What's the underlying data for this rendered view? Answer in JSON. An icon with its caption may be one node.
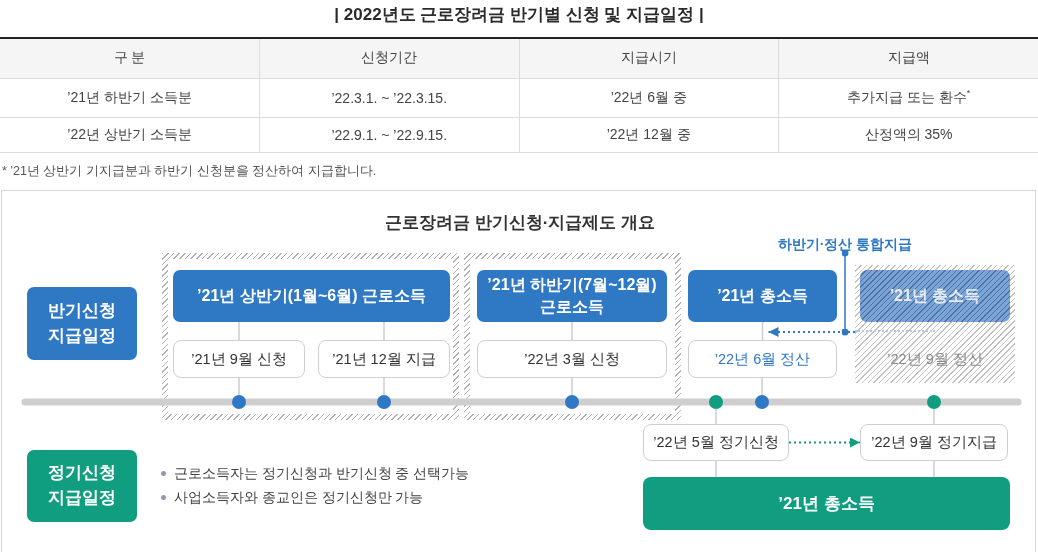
{
  "diagram": {
    "title": "| 2022년도 근로장려금 반기별 신청 및 지급일정 |",
    "nodes": [
      {
        "text": [
          "반기신청 지급일정"
        ]
      },
      {
        "text": [],
        "shape": "box"
      },
      {
        "text": [
          "’21년 상반기(1월~6월) 근로소득"
        ],
        "in": 1
      },
      {
        "text": [
          "’21년 9월 신청"
        ],
        "in": 1
      },
      {
        "text": [
          "’21년 12월 지급"
        ],
        "in": 1
      },
      {
        "text": [],
        "shape": "circle",
        "in": 1
      },
      {
        "text": [],
        "shape": "circle",
        "in": 1
      },
      {
        "text": [],
        "shape": "box"
      },
      {
        "text": [
          "’21년 하반기(7월~12월) 근로소득"
        ],
        "in": 7
      },
      {
        "text": [
          "’22년 3월 신청"
        ],
        "in": 7
      },
      {
        "text": [],
        "shape": "circle",
        "in": 7
      },
      {
        "text": [
          "하반기·정산 통합지급"
        ]
      },
      {
        "text": [
          "’21년 총소득"
        ]
      },
      {
        "text": [
          "’22년 6월 정산"
        ]
      },
      {
        "text": [],
        "shape": "circle"
      },
      {
        "text": [],
        "shape": "circle"
      },
      {
        "text": [],
        "shape": "box"
      },
      {
        "text": [
          "’21년 총소득"
        ],
        "in": 16
      },
      {
        "text": [
          "’22년 9월 정산"
        ],
        "in": 16
      },
      {
        "text": [],
        "shape": "circle"
      },
      {
        "text": [
          "정기신청 지급일정"
        ]
      },
      {
        "text": [
          "’22년 5월 정기신청"
        ]
      },
      {
        "text": [
          "’22년 9월 정기지급"
        ]
      },
      {
        "text": [
          "’21년 총소득"
        ]
      }
    ],
    "edges": [
      {
        "from": 2,
        "to": 3,
        "arrow": "none"
      },
      {
        "from": 3,
        "to": 5,
        "arrow": "none"
      },
      {
        "from": 2,
        "to": 4,
        "arrow": "none"
      },
      {
        "from": 4,
        "to": 6,
        "arrow": "none"
      },
      {
        "from": 8,
        "to": 9,
        "arrow": "none"
      },
      {
        "from": 9,
        "to": 10,
        "arrow": "none"
      },
      {
        "from": 12,
        "to": 13,
        "arrow": "none"
      },
      {
        "from": 13,
        "to": 15,
        "arrow": "none"
      },
      {
        "from": 11,
        "to": 13,
        "arrow": "other",
        "color": "#2f78c4"
      },
      {
        "from": 16,
        "to": 13,
        "arrow": "to",
        "style": "dashed",
        "color": "#2f78c4"
      },
      {
        "from": 14,
        "to": 21,
        "arrow": "none"
      },
      {
        "from": 21,
        "to": 23,
        "arrow": "none"
      },
      {
        "from": 19,
        "to": 22,
        "arrow": "none"
      },
      {
        "from": 22,
        "to": 23,
        "arrow": "none"
      },
      {
        "from": 21,
        "to": 22,
        "arrow": "to",
        "style": "dashed",
        "color": "#119e80"
      }
    ],
    "labels": [
      "구 분",
      "신청기간",
      "지급시기",
      "지급액",
      "’21년 하반기 소득분",
      "’22.3.1. ~ ’22.3.15.",
      "’22년 6월 중",
      "추가지급 또는 환수$^{*}$",
      "’22년 상반기 소득분",
      "’22.9.1. ~ ’22.9.15.",
      "’22년 12월 중",
      "산정액의 35%",
      "* ’21년 상반기 기지급분과 하반기 신청분을 정산하여 지급합니다.",
      "근로장려금 반기신청·지급제도 개요",
      "근로소득자는 정기신청과 반기신청 중 선택가능",
      "사업소득자와 종교인은 정기신청만 가능"
    ]
  }
}
